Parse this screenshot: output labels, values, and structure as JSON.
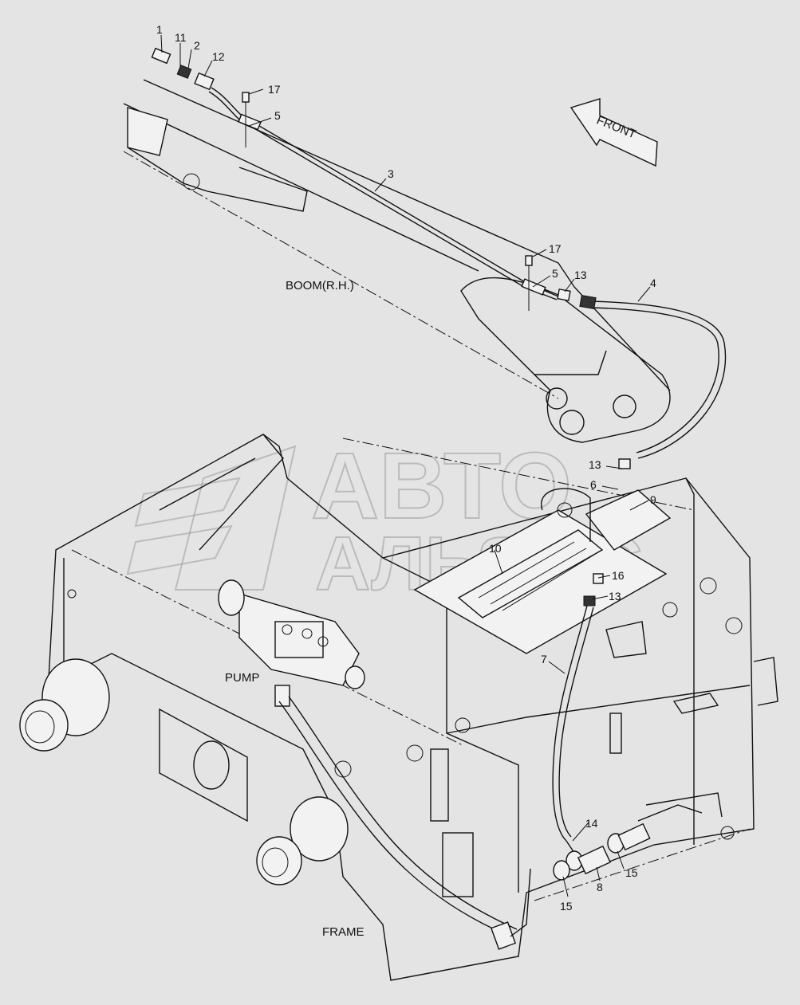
{
  "diagram": {
    "text_labels": {
      "front": "FRONT",
      "boom": "BOOM(R.H.)",
      "pump": "PUMP",
      "frame": "FRAME"
    },
    "watermark": {
      "line1": "АВТО",
      "line2": "АЛЬЯНС"
    },
    "part_numbers": {
      "p1": "1",
      "p11": "11",
      "p2": "2",
      "p12": "12",
      "p17a": "17",
      "p5a": "5",
      "p3": "3",
      "p17b": "17",
      "p5b": "5",
      "p13a": "13",
      "p4": "4",
      "p13b": "13",
      "p6": "6",
      "p9": "9",
      "p10": "10",
      "p16": "16",
      "p13c": "13",
      "p7": "7",
      "p14": "14",
      "p15a": "15",
      "p8": "8",
      "p15b": "15"
    }
  }
}
